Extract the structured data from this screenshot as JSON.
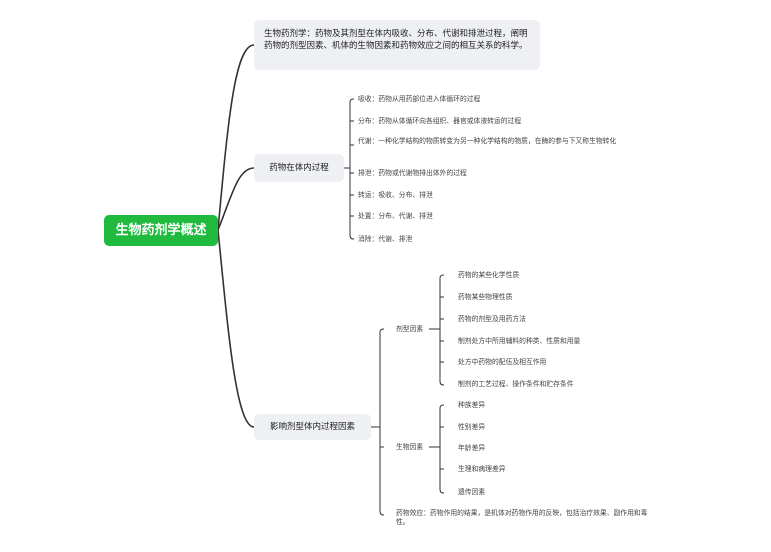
{
  "root": {
    "title": "生物药剂学概述"
  },
  "definition": {
    "text": "生物药剂学：药物及其剂型在体内吸收、分布、代谢和排泄过程，阐明药物的剂型因素、机体的生物因素和药物效应之间的相互关系的科学。"
  },
  "in_body": {
    "label": "药物在体内过程",
    "items": [
      "吸收：药物从用药部位进入体循环的过程",
      "分布：药物从体循环向各组织、器官或体液转运的过程",
      "代谢：一种化学结构的物质转变为另一种化学结构的物质，在酶的参与下又称生物转化",
      "排泄：药物或代谢物排出体外的过程",
      "转运：吸收、分布、排泄",
      "处置：分布、代谢、排泄",
      "消除：代谢、排泄"
    ]
  },
  "factors": {
    "label": "影响剂型体内过程因素",
    "dosage": {
      "label": "剂型因素",
      "items": [
        "药物的某些化学性质",
        "药物某些物理性质",
        "药物的剂型及用药方法",
        "制剂处方中所用辅料的种类、性质和用量",
        "处方中药物的配伍及相互作用",
        "制剂的工艺过程、操作条件和贮存条件"
      ]
    },
    "bio": {
      "label": "生物因素",
      "items": [
        "种族差异",
        "性别差异",
        "年龄差异",
        "生理和病理差异",
        "遗传因素"
      ]
    },
    "effect": "药物效应：药物作用的结果，是机体对药物作用的反映，包括治疗效果、副作用和毒性。"
  },
  "colors": {
    "root": "#1fba3e",
    "branch_bg": "#eef0f3",
    "line": "#333333"
  }
}
